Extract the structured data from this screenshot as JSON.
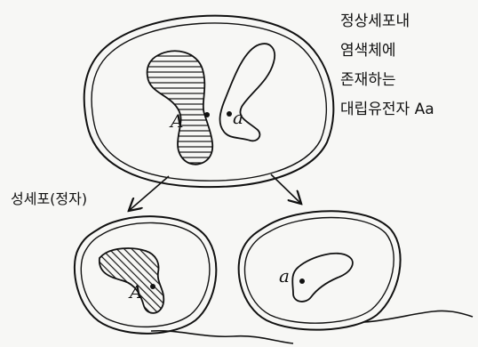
{
  "parent_cell": {
    "note_lines": [
      "정상세포내",
      "염색체에",
      "존재하는",
      "대립유전자 Aa"
    ],
    "allele_big": "A",
    "allele_small": "a"
  },
  "gamete_caption": "성세포(정자)",
  "gamete_left": {
    "allele": "A"
  },
  "gamete_right": {
    "allele": "a"
  },
  "colors": {
    "ink": "#111111",
    "paper": "#f7f7f5"
  }
}
